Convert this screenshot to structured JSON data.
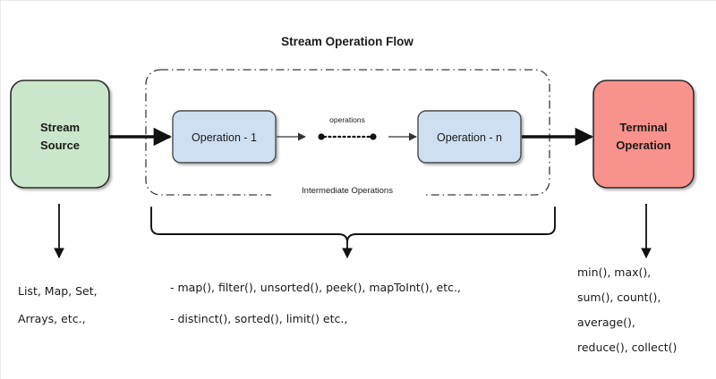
{
  "diagram": {
    "title": "Stream Operation Flow",
    "background_color": "#ffffff",
    "nodes": {
      "source": {
        "label_line1": "Stream",
        "label_line2": "Source",
        "fill": "#cbe7cb",
        "stroke": "#2b2b2b"
      },
      "operation_first": {
        "label": "Operation - 1",
        "fill": "#cfdff2",
        "stroke": "#4a4a4a"
      },
      "operation_last": {
        "label": "Operation - n",
        "fill": "#cfdff2",
        "stroke": "#4a4a4a"
      },
      "terminal": {
        "label_line1": "Terminal",
        "label_line2": "Operation",
        "fill": "#f8928c",
        "stroke": "#2b2b2b"
      }
    },
    "connectors": {
      "ellipsis_label": "operations",
      "region_label": "Intermediate Operations"
    },
    "notes": {
      "source_note": [
        "List, Map, Set,",
        "Arrays, etc.,"
      ],
      "intermediate_note": [
        "- map(), filter(), unsorted(), peek(), mapToInt(), etc.,",
        "- distinct(), sorted(), limit() etc.,"
      ],
      "terminal_note": [
        "min(), max(),",
        "sum(), count(),",
        "average(),",
        "reduce(), collect()"
      ]
    }
  }
}
